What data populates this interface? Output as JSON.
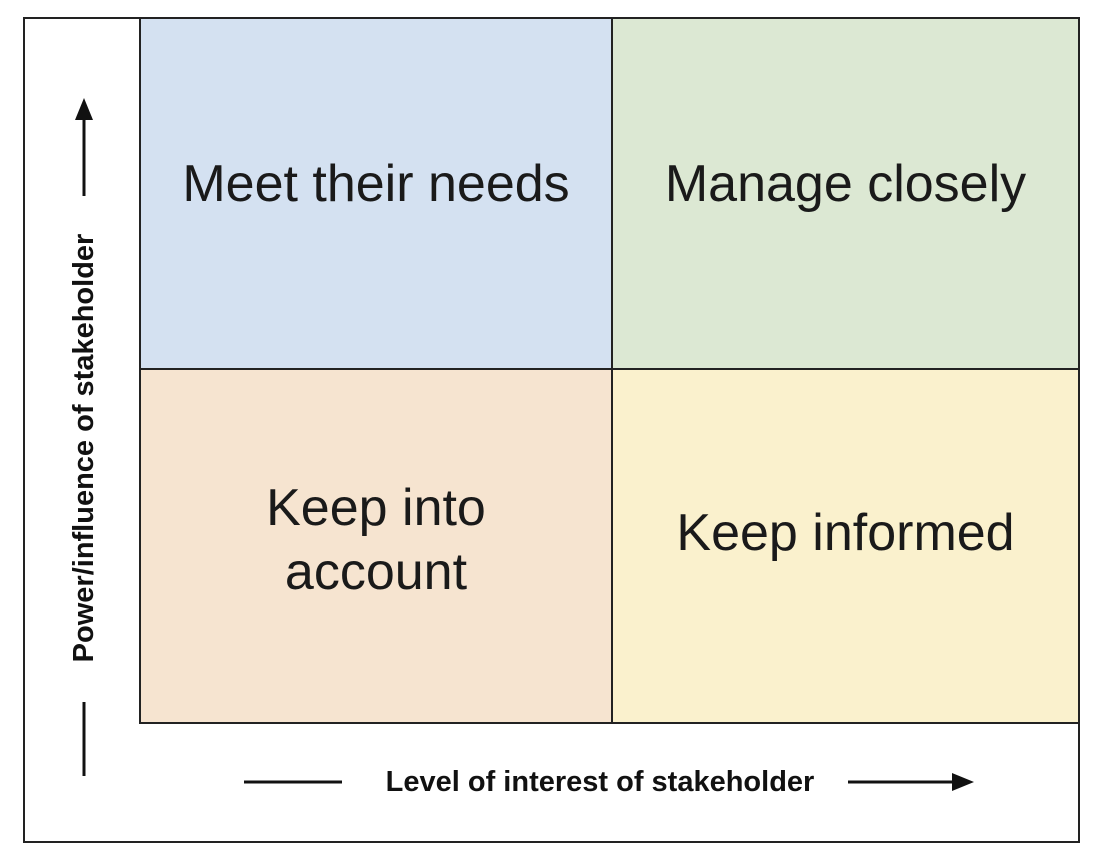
{
  "diagram": {
    "quadrants": {
      "top_left": "Meet their needs",
      "top_right": "Manage closely",
      "bottom_left": "Keep into\naccount",
      "bottom_right": "Keep informed"
    },
    "axes": {
      "x_label": "Level of interest of stakeholder",
      "y_label": "Power/influence of stakeholder"
    },
    "colors": {
      "top_left": "#d4e1f1",
      "top_right": "#dce8d3",
      "bottom_left": "#f6e4d0",
      "bottom_right": "#faf1cd",
      "border": "#222222",
      "text": "#1a1a1a"
    }
  }
}
